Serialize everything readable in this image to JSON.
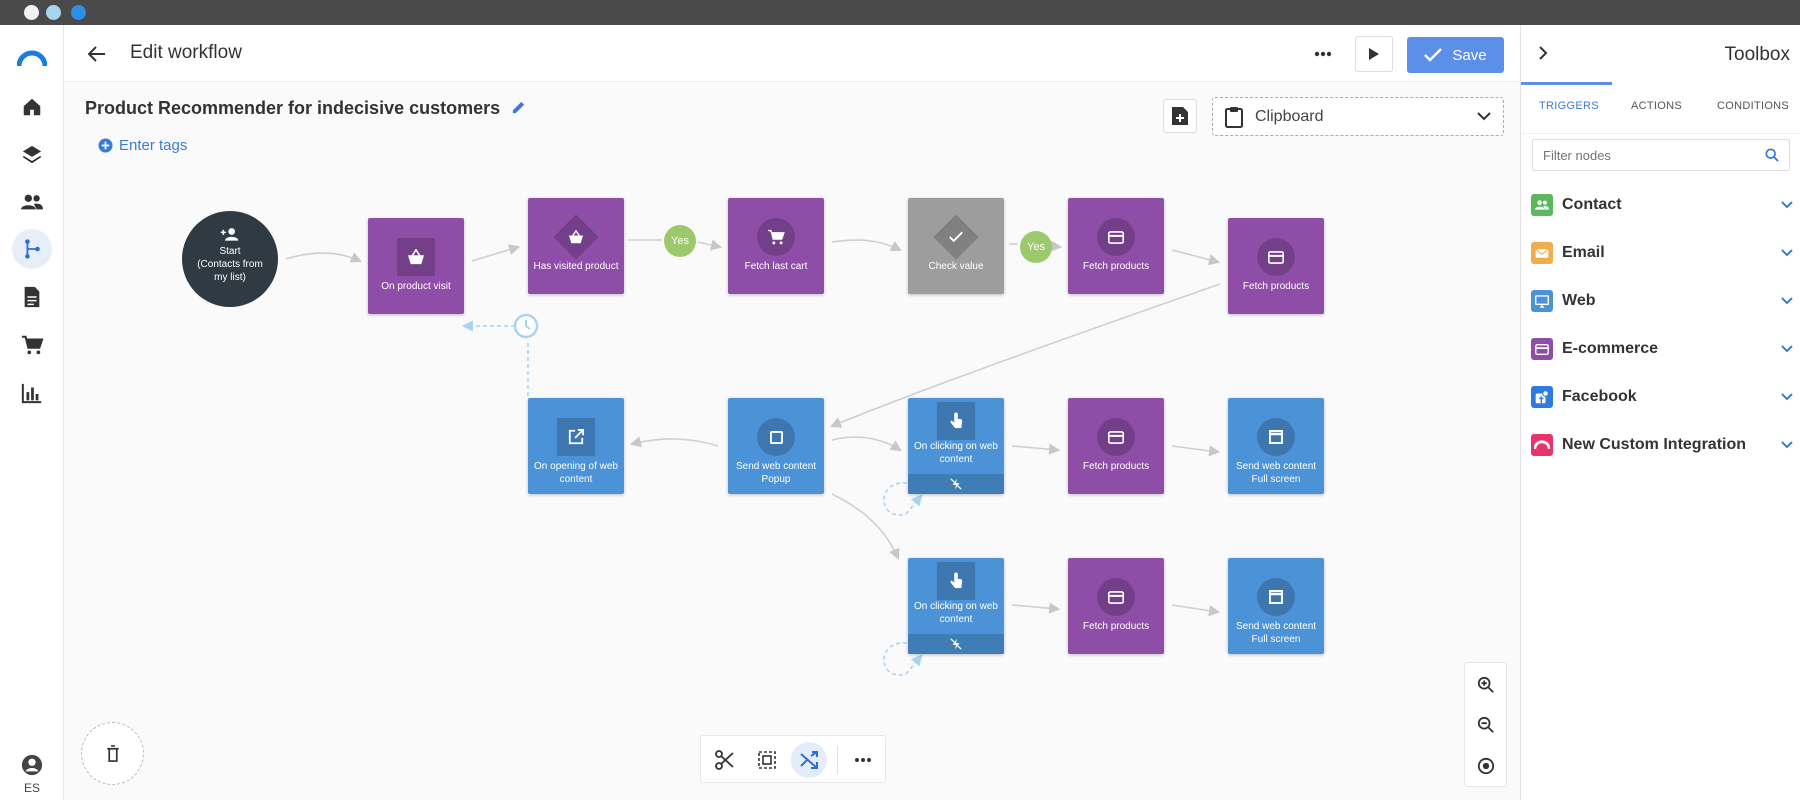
{
  "header": {
    "title": "Edit workflow",
    "save_label": "Save"
  },
  "workflow": {
    "name": "Product Recommender for indecisive customers",
    "tags_label": "Enter tags",
    "clipboard_label": "Clipboard"
  },
  "nodes": {
    "start": {
      "line1": "Start",
      "line2": "(Contacts from my list)"
    },
    "on_product_visit": "On product visit",
    "has_visited_product": "Has visited product",
    "fetch_last_cart": "Fetch last cart",
    "check_value": "Check value",
    "fetch_products_1": "Fetch products",
    "fetch_products_2": "Fetch products",
    "on_opening_web_content": "On opening of web content",
    "send_web_content_popup": "Send web content Popup",
    "on_clicking_web_content_1": "On clicking on web content",
    "fetch_products_3": "Fetch products",
    "send_web_content_fullscreen_1": "Send web content Full screen",
    "on_clicking_web_content_2": "On clicking on web content",
    "fetch_products_4": "Fetch products",
    "send_web_content_fullscreen_2": "Send web content Full screen",
    "yes_label": "Yes"
  },
  "rail": {
    "lang": "ES"
  },
  "toolbox": {
    "title": "Toolbox",
    "tabs": [
      "TRIGGERS",
      "ACTIONS",
      "CONDITIONS"
    ],
    "filter_placeholder": "Filter nodes",
    "categories": [
      {
        "label": "Contact",
        "color": "#5cb85c"
      },
      {
        "label": "Email",
        "color": "#f0ad4e"
      },
      {
        "label": "Web",
        "color": "#4c92d6"
      },
      {
        "label": "E-commerce",
        "color": "#8e4ea8"
      },
      {
        "label": "Facebook",
        "color": "#2d7be0"
      },
      {
        "label": "New Custom Integration",
        "color": "#e8336d"
      }
    ]
  },
  "colors": {
    "accent": "#5b8fe8",
    "purple_node": "#8e4ea8",
    "blue_node": "#4c92d6",
    "gray_node": "#9d9d9d",
    "yes_badge": "#9bc96b"
  }
}
